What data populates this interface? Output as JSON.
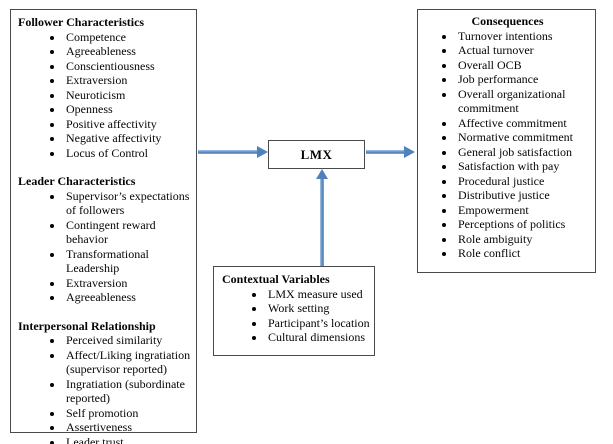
{
  "colors": {
    "arrow": "#4f81bd",
    "box_border": "#4a4a4a"
  },
  "antecedents": {
    "sections": [
      {
        "title": "Follower Characteristics",
        "items": [
          "Competence",
          "Agreeableness",
          "Conscientiousness",
          "Extraversion",
          "Neuroticism",
          "Openness",
          "Positive affectivity",
          "Negative affectivity",
          "Locus of Control"
        ]
      },
      {
        "title": "Leader Characteristics",
        "items": [
          "Supervisor’s expectations of followers",
          "Contingent reward behavior",
          "Transformational Leadership",
          "Extraversion",
          "Agreeableness"
        ]
      },
      {
        "title": "Interpersonal Relationship",
        "items": [
          "Perceived similarity",
          "Affect/Liking ingratiation (supervisor reported)",
          "Ingratiation (subordinate reported)",
          "Self promotion",
          "Assertiveness",
          "Leader trust"
        ]
      }
    ]
  },
  "lmx": {
    "label": "LMX"
  },
  "consequences": {
    "title": "Consequences",
    "items": [
      "Turnover intentions",
      "Actual turnover",
      "Overall OCB",
      "Job performance",
      "Overall organizational commitment",
      "Affective commitment",
      "Normative commitment",
      "General job satisfaction",
      "Satisfaction with pay",
      "Procedural justice",
      "Distributive justice",
      "Empowerment",
      "Perceptions of politics",
      "Role ambiguity",
      "Role conflict"
    ]
  },
  "contextual": {
    "title": "Contextual Variables",
    "items": [
      "LMX measure used",
      "Work setting",
      "Participant’s location",
      "Cultural dimensions"
    ]
  }
}
